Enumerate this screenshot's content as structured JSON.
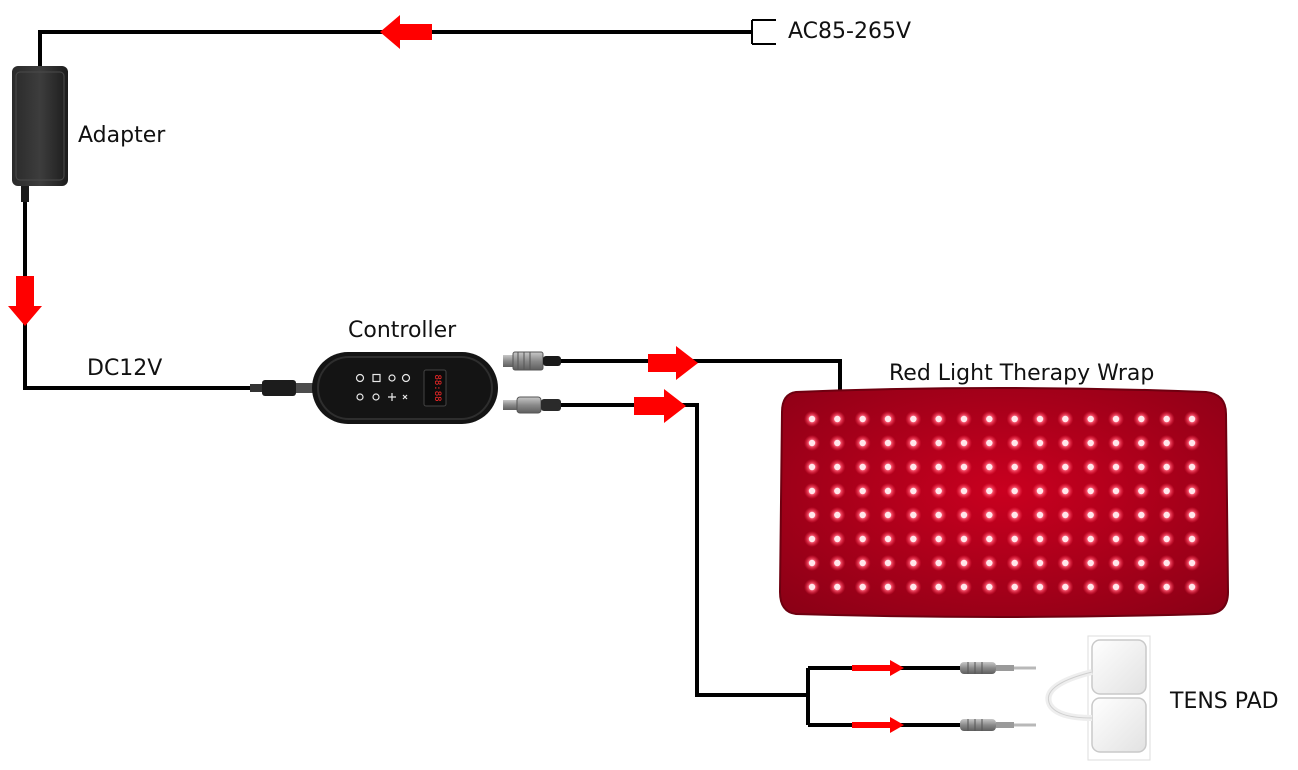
{
  "labels": {
    "ac": "AC85-265V",
    "adapter": "Adapter",
    "dc": "DC12V",
    "controller": "Controller",
    "wrap": "Red Light Therapy Wrap",
    "tens": "TENS PAD"
  },
  "controller_display": "88:88",
  "wrap_leds": {
    "rows": 8,
    "cols": 16
  },
  "colors": {
    "wire": "#000000",
    "arrow": "#ff0000",
    "wrap_body": "#b0001a",
    "wrap_edge": "#6e0010",
    "led": "#ff4f6a",
    "controller_body": "#1a1a1a",
    "display": "#ff2a2a",
    "pad": "#f4f4f4",
    "plug_metal": "#8a8a8a"
  },
  "icons": [
    "ac-plug-icon",
    "adapter-icon",
    "dc-plug-icon",
    "controller-icon",
    "aviation-connector-icon",
    "dc-output-connector-icon",
    "red-light-wrap-icon",
    "tens-pad-icon",
    "electrode-plug-icon",
    "flow-arrow-icon"
  ]
}
